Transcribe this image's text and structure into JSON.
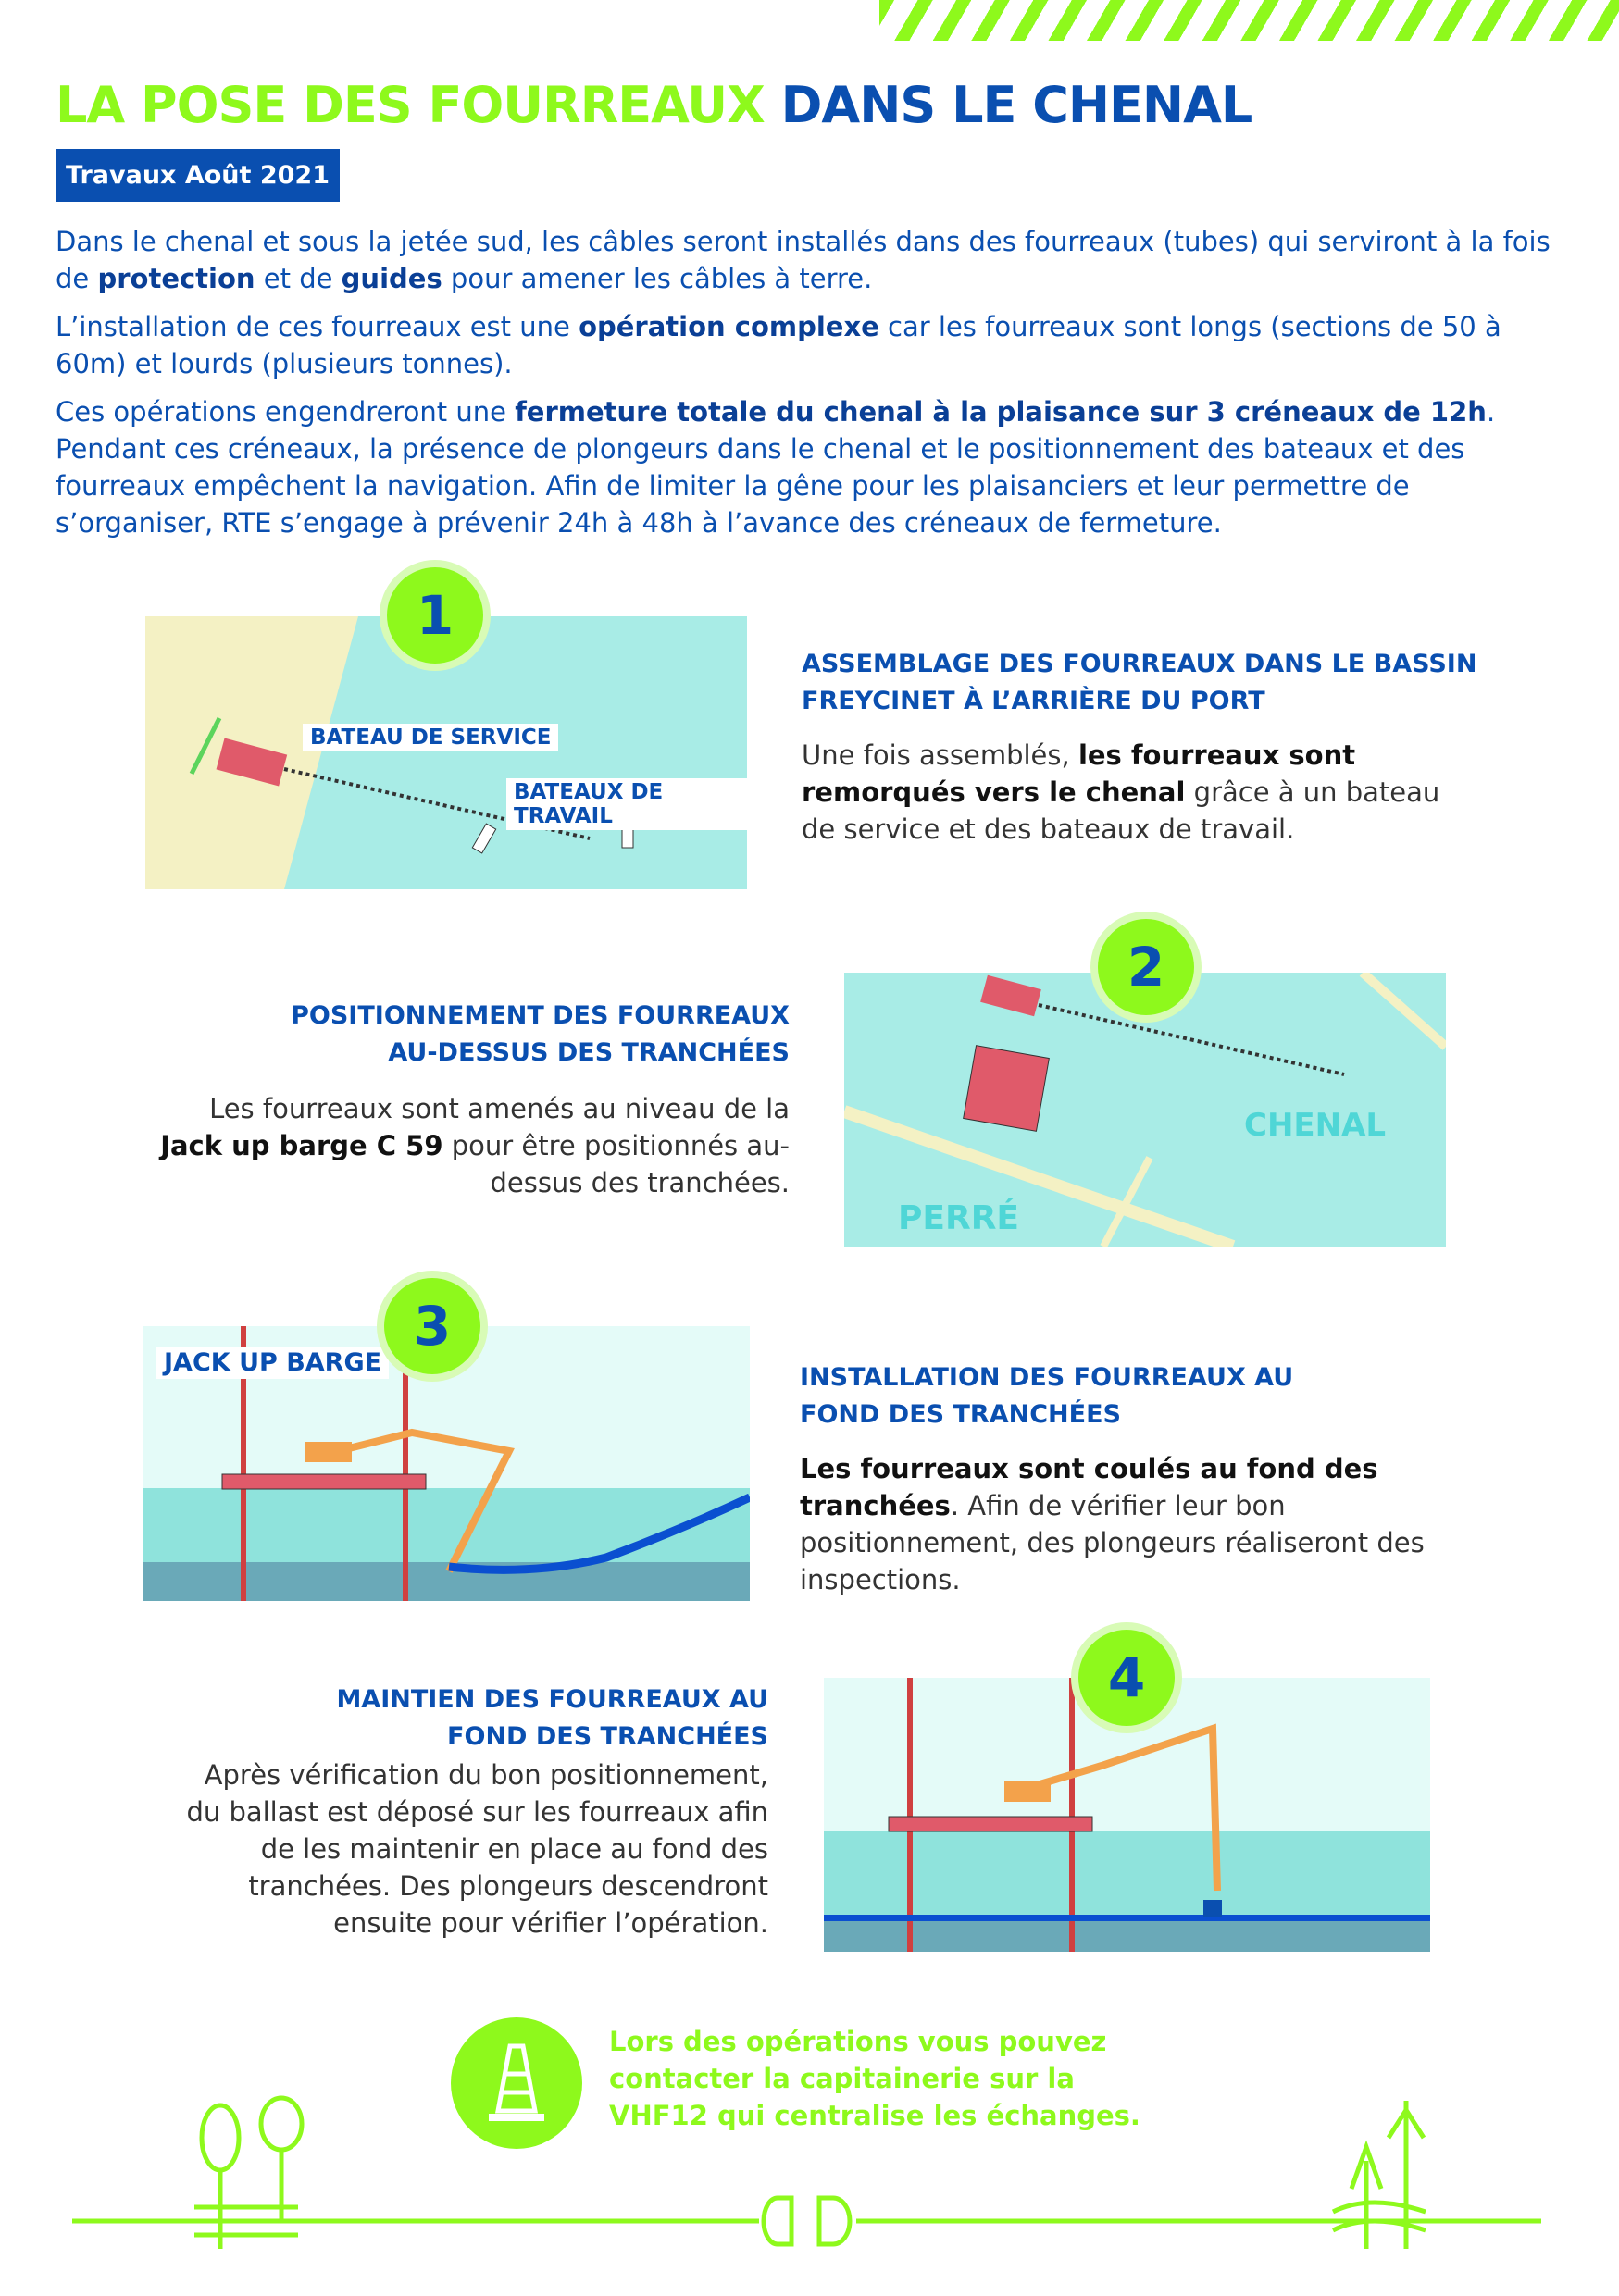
{
  "header": {
    "title_green": "LA POSE DES FOURREAUX",
    "title_blue": "DANS LE CHENAL",
    "badge": "Travaux Août 2021"
  },
  "intro": {
    "p1": [
      "Dans le chenal et sous la jetée sud, les câbles seront installés dans des fourreaux (tubes) qui serviront à la fois de ",
      "protection",
      " et de ",
      "guides",
      " pour amener les câbles à terre."
    ],
    "p2": [
      "L’installation de ces fourreaux est une ",
      "opération complexe",
      " car les fourreaux sont longs (sections de 50 à 60m) et lourds (plusieurs tonnes)."
    ],
    "p3": [
      "Ces opérations engendreront une ",
      "fermeture totale du chenal à la plaisance sur 3 créneaux de 12h",
      ". Pendant ces créneaux, la présence de plongeurs dans le chenal et le positionnement des bateaux et des fourreaux empêchent la navigation. Afin de limiter la gêne pour les plaisanciers et leur permettre de s’organiser, RTE s’engage à prévenir 24h à 48h à l’avance des créneaux de fermeture."
    ]
  },
  "steps": [
    {
      "number": "1",
      "heading": "ASSEMBLAGE DES FOURREAUX  DANS LE BASSIN FREYCINET À L’ARRIÈRE DU PORT",
      "text_pre": "Une fois assemblés, ",
      "text_bold": "les fourreaux sont remorqués vers le chenal",
      "text_post": " grâce à un bateau de service et des bateaux de travail.",
      "labels": [
        "BATEAU DE SERVICE",
        "BATEAUX DE TRAVAIL"
      ]
    },
    {
      "number": "2",
      "heading": "POSITIONNEMENT DES FOURREAUX AU-DESSUS DES TRANCHÉES",
      "text_pre": "Les fourreaux sont amenés au niveau de la ",
      "text_bold": "Jack up barge C 59",
      "text_post": " pour être positionnés au-dessus des tranchées.",
      "labels": [
        "CHENAL",
        "PERRÉ"
      ]
    },
    {
      "number": "3",
      "heading": "INSTALLATION DES FOURREAUX AU FOND DES TRANCHÉES",
      "text_pre": "",
      "text_bold": "Les fourreaux sont coulés au fond des tranchées",
      "text_post": ". Afin de vérifier leur bon positionnement, des plongeurs réaliseront des inspections.",
      "labels": [
        "JACK UP BARGE"
      ]
    },
    {
      "number": "4",
      "heading": "MAINTIEN DES FOURREAUX AU FOND DES TRANCHÉES",
      "text_pre": "Après vérification du bon positionnement, du ballast est déposé sur les fourreaux afin de les maintenir en place au fond des tranchées. Des plongeurs descendront ensuite pour vérifier l’opération.",
      "text_bold": "",
      "text_post": ""
    }
  ],
  "footer": {
    "text": "Lors des opérations vous pouvez contacter la capitainerie sur la VHF12 qui centralise les échanges.",
    "icon": "traffic-cone-icon"
  },
  "colors": {
    "green": "#8ef91c",
    "blue": "#0a4fb0",
    "water": "#8fe3dc"
  }
}
